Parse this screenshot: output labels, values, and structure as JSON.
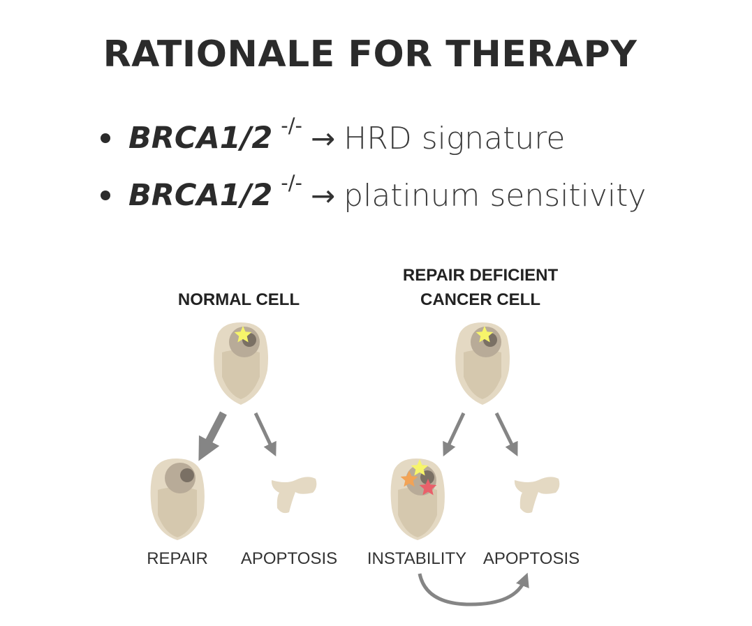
{
  "title": "RATIONALE FOR THERAPY",
  "bullets": [
    {
      "gene": "BRCA1/2",
      "superscript": "-/-",
      "arrow": "→",
      "description": "HRD signature"
    },
    {
      "gene": "BRCA1/2",
      "superscript": "-/-",
      "arrow": "→",
      "description": "platinum sensitivity"
    }
  ],
  "diagram": {
    "normal_cell": {
      "title": "NORMAL CELL",
      "outcomes": [
        "REPAIR",
        "APOPTOSIS"
      ]
    },
    "cancer_cell": {
      "title_line1": "REPAIR DEFICIENT",
      "title_line2": "CANCER CELL",
      "outcomes": [
        "INSTABILITY",
        "APOPTOSIS"
      ]
    },
    "colors": {
      "cell_body": "#e4d9c3",
      "cell_inner": "#d5c8ae",
      "nucleus": "#b8ab98",
      "nucleolus": "#7a7064",
      "arrow": "#858585",
      "star_yellow": "#f7f56a",
      "star_orange": "#f2a356",
      "star_red": "#e9606a"
    }
  }
}
